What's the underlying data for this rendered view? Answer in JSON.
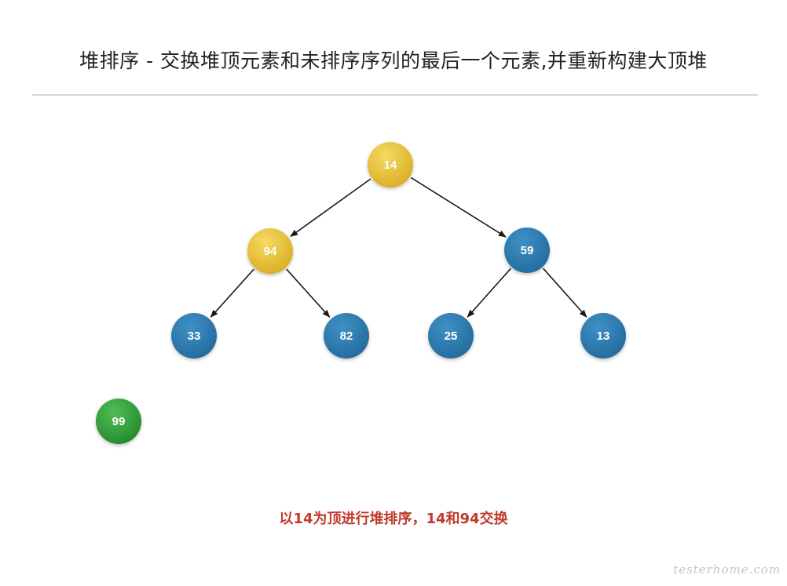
{
  "title": "堆排序 - 交换堆顶元素和未排序序列的最后一个元素,并重新构建大顶堆",
  "caption": "以14为顶进行堆排序，14和94交换",
  "watermark": "testerhome.com",
  "colors": {
    "highlight_node": "#e8c33a",
    "heap_node": "#2e7bb0",
    "sorted_node": "#34a340",
    "caption": "#c0392b",
    "edge": "#1a1a1a"
  },
  "nodes": [
    {
      "id": "n14",
      "label": "14",
      "state": "highlight"
    },
    {
      "id": "n94",
      "label": "94",
      "state": "highlight"
    },
    {
      "id": "n59",
      "label": "59",
      "state": "heap"
    },
    {
      "id": "n33",
      "label": "33",
      "state": "heap"
    },
    {
      "id": "n82",
      "label": "82",
      "state": "heap"
    },
    {
      "id": "n25",
      "label": "25",
      "state": "heap"
    },
    {
      "id": "n13",
      "label": "13",
      "state": "heap"
    },
    {
      "id": "n99",
      "label": "99",
      "state": "sorted"
    }
  ],
  "edges": [
    {
      "from": "n14",
      "to": "n94"
    },
    {
      "from": "n14",
      "to": "n59"
    },
    {
      "from": "n94",
      "to": "n33"
    },
    {
      "from": "n94",
      "to": "n82"
    },
    {
      "from": "n59",
      "to": "n25"
    },
    {
      "from": "n59",
      "to": "n13"
    }
  ]
}
